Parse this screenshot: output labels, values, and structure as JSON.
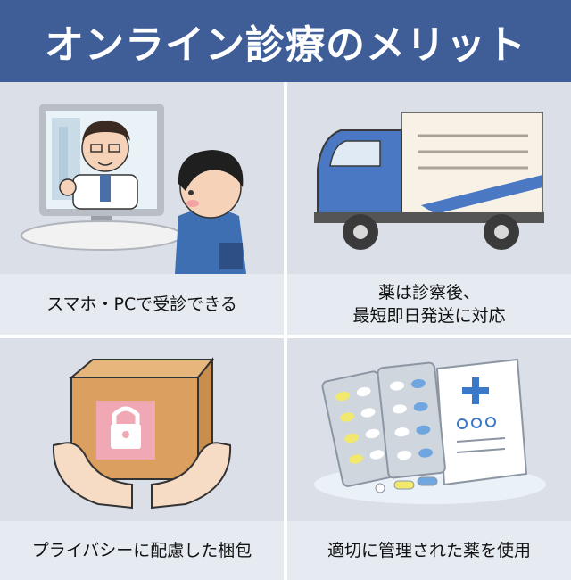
{
  "banner": {
    "title": "オンライン診療のメリット",
    "bg_color": "#3f5e98",
    "text_color": "#ffffff"
  },
  "cards": [
    {
      "id": "video-consult",
      "icon": "doctor-video-call-icon",
      "caption_lines": [
        "スマホ・PCで受診できる"
      ]
    },
    {
      "id": "delivery",
      "icon": "delivery-truck-icon",
      "caption_lines": [
        "薬は診察後、",
        "最短即日発送に対応"
      ]
    },
    {
      "id": "privacy",
      "icon": "locked-package-icon",
      "caption_lines": [
        "プライバシーに配慮した梱包"
      ]
    },
    {
      "id": "medicine",
      "icon": "medicine-pills-icon",
      "caption_lines": [
        "適切に管理された薬を使用"
      ]
    }
  ],
  "colors": {
    "image_bg": "#dadfe8",
    "caption_bg": "#e6ebf2",
    "accent_blue": "#3f5e98"
  }
}
